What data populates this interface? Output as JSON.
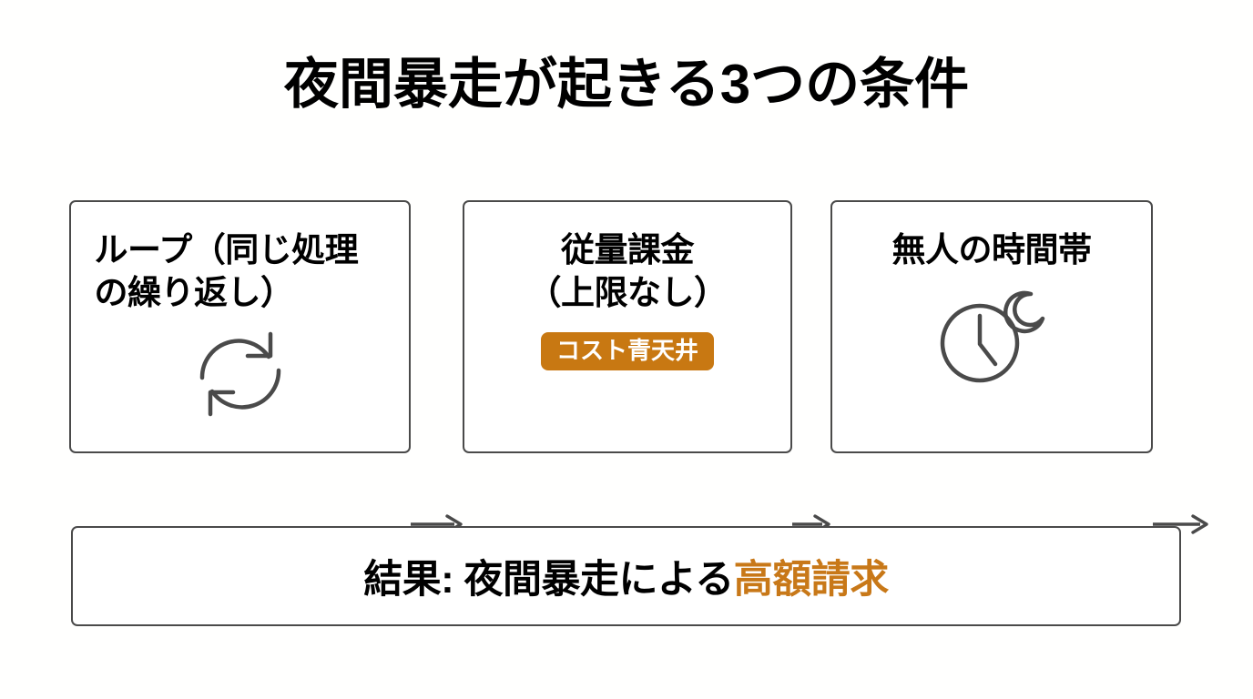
{
  "slide": {
    "title": "夜間暴走が起きる3つの条件",
    "background_color": "#ffffff",
    "accent_color": "#c87812",
    "text_color": "#000000",
    "border_color": "#4a4a4a"
  },
  "flow": {
    "boxes": [
      {
        "label": "ループ（同じ処理の繰り返し）",
        "icon": "loop-refresh-icon",
        "badge": null
      },
      {
        "label": "従量課金\n（上限なし）",
        "label_line1": "従量課金",
        "label_line2": "（上限なし）",
        "icon": null,
        "badge": "コスト青天井"
      },
      {
        "label": "無人の時間帯",
        "icon": "clock-moon-icon",
        "badge": null
      }
    ],
    "arrows": [
      {
        "name": "arrow-box1-to-box2"
      },
      {
        "name": "arrow-box2-to-box3"
      },
      {
        "name": "arrow-box3-to-result"
      }
    ]
  },
  "result": {
    "prefix": "結果: 夜間暴走による",
    "highlight": "高額請求",
    "highlight_color": "#c87818"
  }
}
